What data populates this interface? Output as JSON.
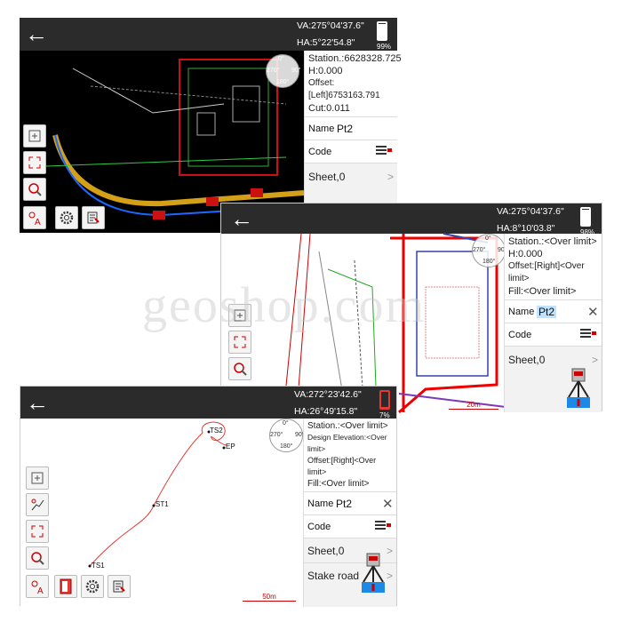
{
  "screens": [
    {
      "back_icon": "arrow-left-icon",
      "va": "VA:275°04'37.6\"",
      "ha": "HA:5°22'54.8\"",
      "battery": "99%",
      "battery_level": 0.99,
      "compass": {
        "n": "0°",
        "e": "90°",
        "s": "180°",
        "w": "270°"
      },
      "info": [
        "Station.:6628328.725",
        "H:0.000",
        "Offset:[Left]6753163.791",
        "Cut:0.011"
      ],
      "name_label": "Name",
      "name_value": "Pt2",
      "code_label": "Code",
      "sheet": "Sheet,0"
    },
    {
      "back_icon": "arrow-left-icon",
      "va": "VA:275°04'37.6\"",
      "ha": "HA:8°10'03.8\"",
      "battery": "98%",
      "battery_level": 0.98,
      "compass": {
        "n": "0°",
        "e": "90°",
        "s": "180°",
        "w": "270°"
      },
      "info": [
        "Station.:<Over limit>",
        "H:0.000",
        "Offset:[Right]<Over limit>",
        "Fill:<Over limit>"
      ],
      "name_label": "Name",
      "name_value": "Pt2",
      "code_label": "Code",
      "sheet": "Sheet,0",
      "scale": "20m"
    },
    {
      "back_icon": "arrow-left-icon",
      "va": "VA:272°23'42.6\"",
      "ha": "HA:26°49'15.8\"",
      "battery": "7%",
      "battery_level": 0.07,
      "compass": {
        "n": "0°",
        "e": "90°",
        "s": "180°",
        "w": "270°"
      },
      "info": [
        "Station.:<Over limit>",
        "Design Elevation:<Over limit>",
        "Offset:[Right]<Over limit>",
        "Fill:<Over limit>"
      ],
      "name_label": "Name",
      "name_value": "Pt2",
      "code_label": "Code",
      "sheet": "Sheet,0",
      "stake_road": "Stake road",
      "scale": "50m",
      "points": [
        "TS2",
        "EP",
        "ST1",
        "TS1"
      ]
    }
  ],
  "watermark": "geoshop.com",
  "colors": {
    "topbar": "#2b2b2b",
    "cad_bg": "#000000",
    "alignment": "#e53935",
    "accent": "#1e88e5"
  }
}
